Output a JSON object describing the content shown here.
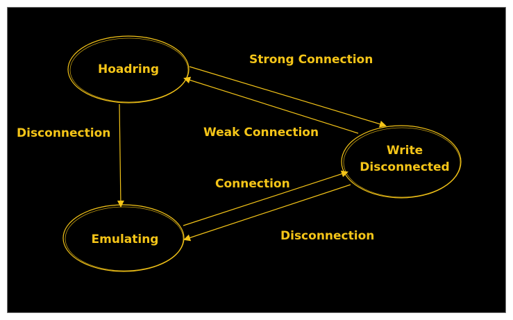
{
  "diagram": {
    "colors": {
      "background": "#000000",
      "stroke": "#f5c518",
      "text": "#f5c518"
    },
    "nodes": {
      "hoadring": {
        "label": "Hoadring"
      },
      "write_disconnected": {
        "line1": "Write",
        "line2": "Disconnected"
      },
      "emulating": {
        "label": "Emulating"
      }
    },
    "edges": {
      "strong_connection": {
        "label": "Strong Connection",
        "from": "Hoadring",
        "to": "Write Disconnected"
      },
      "weak_connection": {
        "label": "Weak Connection",
        "from": "Write Disconnected",
        "to": "Hoadring"
      },
      "disconnection_left": {
        "label": "Disconnection",
        "from": "Hoadring",
        "to": "Emulating"
      },
      "connection": {
        "label": "Connection",
        "from": "Emulating",
        "to": "Write Disconnected"
      },
      "disconnection_right": {
        "label": "Disconnection",
        "from": "Write Disconnected",
        "to": "Emulating"
      }
    }
  }
}
